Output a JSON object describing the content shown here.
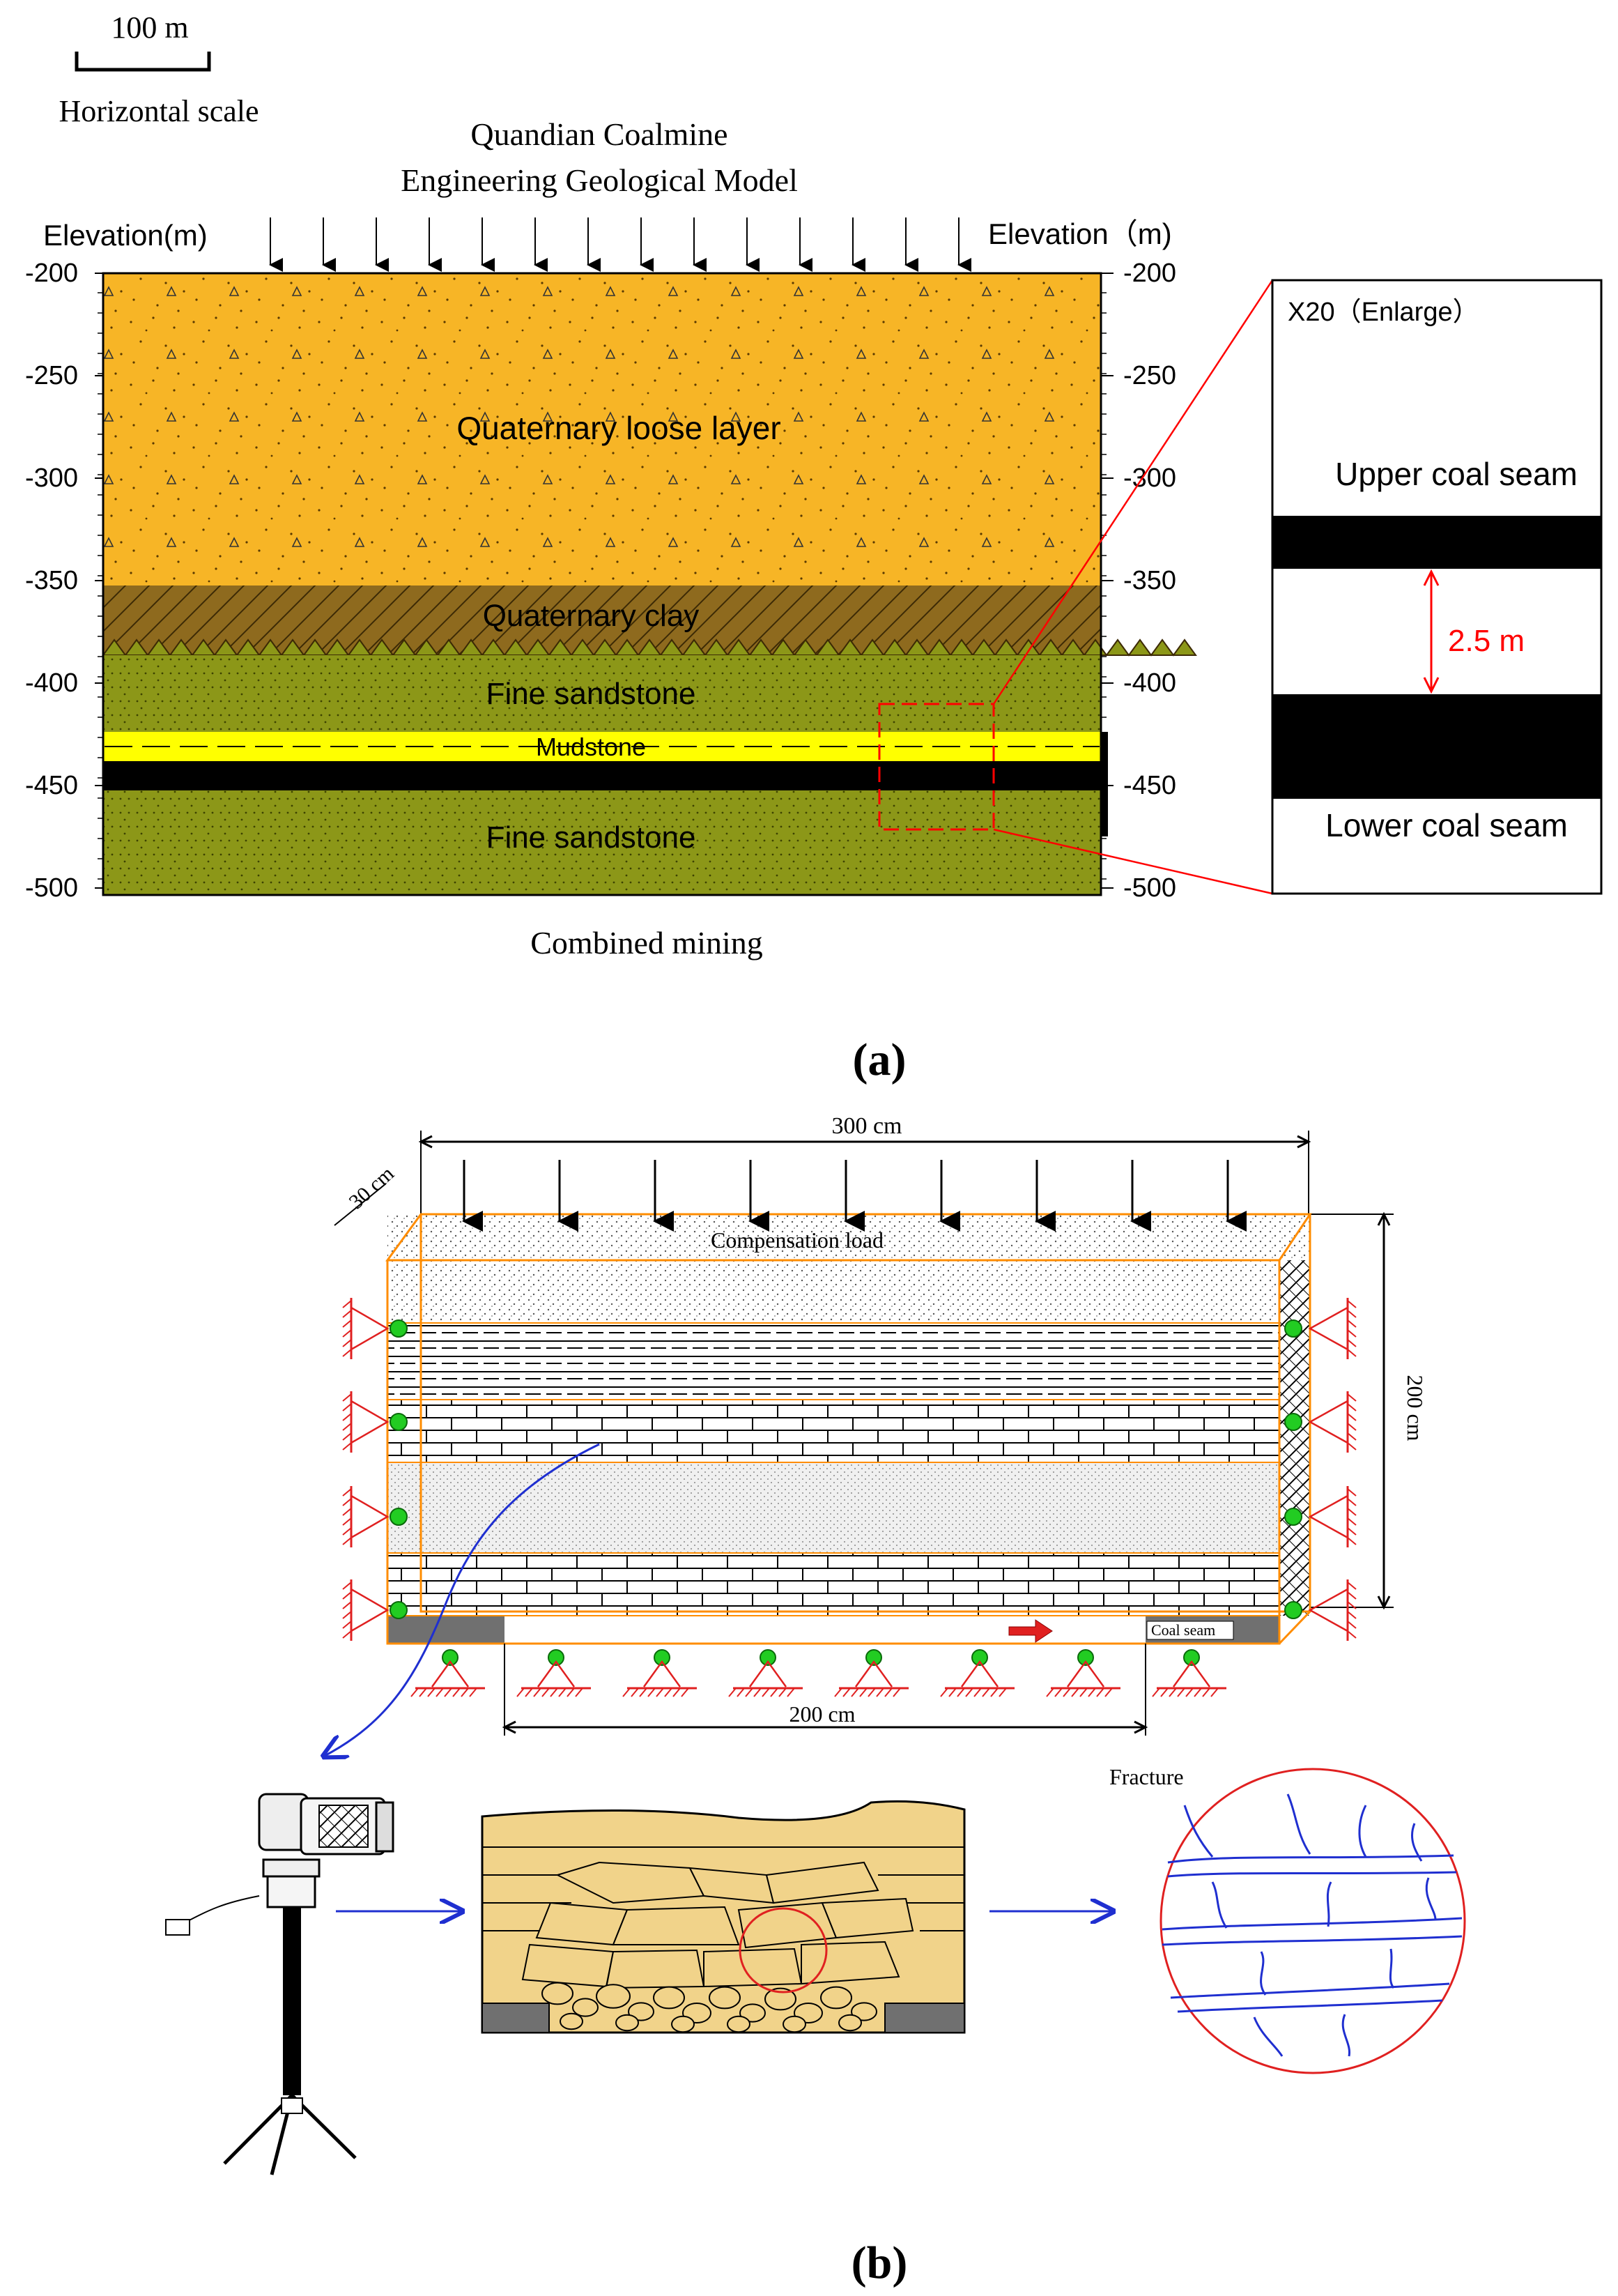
{
  "panel_a": {
    "scale_value": "100 m",
    "scale_caption": "Horizontal scale",
    "title_line1": "Quandian Coalmine",
    "title_line2": "Engineering Geological Model",
    "left_axis_title": "Elevation(m)",
    "right_axis_title": "Elevation（m)",
    "ticks": [
      "-200",
      "-250",
      "-300",
      "-350",
      "-400",
      "-450",
      "-500"
    ],
    "layers": {
      "loose": "Quaternary loose layer",
      "clay": "Quaternary clay",
      "fine_upper": "Fine sandstone",
      "mudstone": "Mudstone",
      "fine_lower": "Fine sandstone"
    },
    "bottom_caption": "Combined mining",
    "enlarge": {
      "title": "X20（Enlarge）",
      "upper": "Upper coal seam",
      "gap": "2.5 m",
      "lower": "Lower coal seam"
    },
    "panel_label": "(a)",
    "colors": {
      "loose": "#F7B526",
      "clay": "#8E6A1E",
      "sandstone": "#8C9718",
      "mudstone": "#FFFF00",
      "coal": "#000000",
      "marker": "#FF0000"
    }
  },
  "panel_b": {
    "width_label": "300 cm",
    "depth_label": "30 cm",
    "height_label": "200 cm",
    "load_label": "Compensation load",
    "coal_label": "Coal seam",
    "excavation_label": "200 cm",
    "fracture_label": "Fracture",
    "panel_label": "(b)",
    "colors": {
      "frame": "#FF8C00",
      "support": "#E02020",
      "gauge": "#22CC22",
      "fracture": "#1F2FD0",
      "rock": "#F1D38A",
      "coal": "#707070"
    }
  }
}
